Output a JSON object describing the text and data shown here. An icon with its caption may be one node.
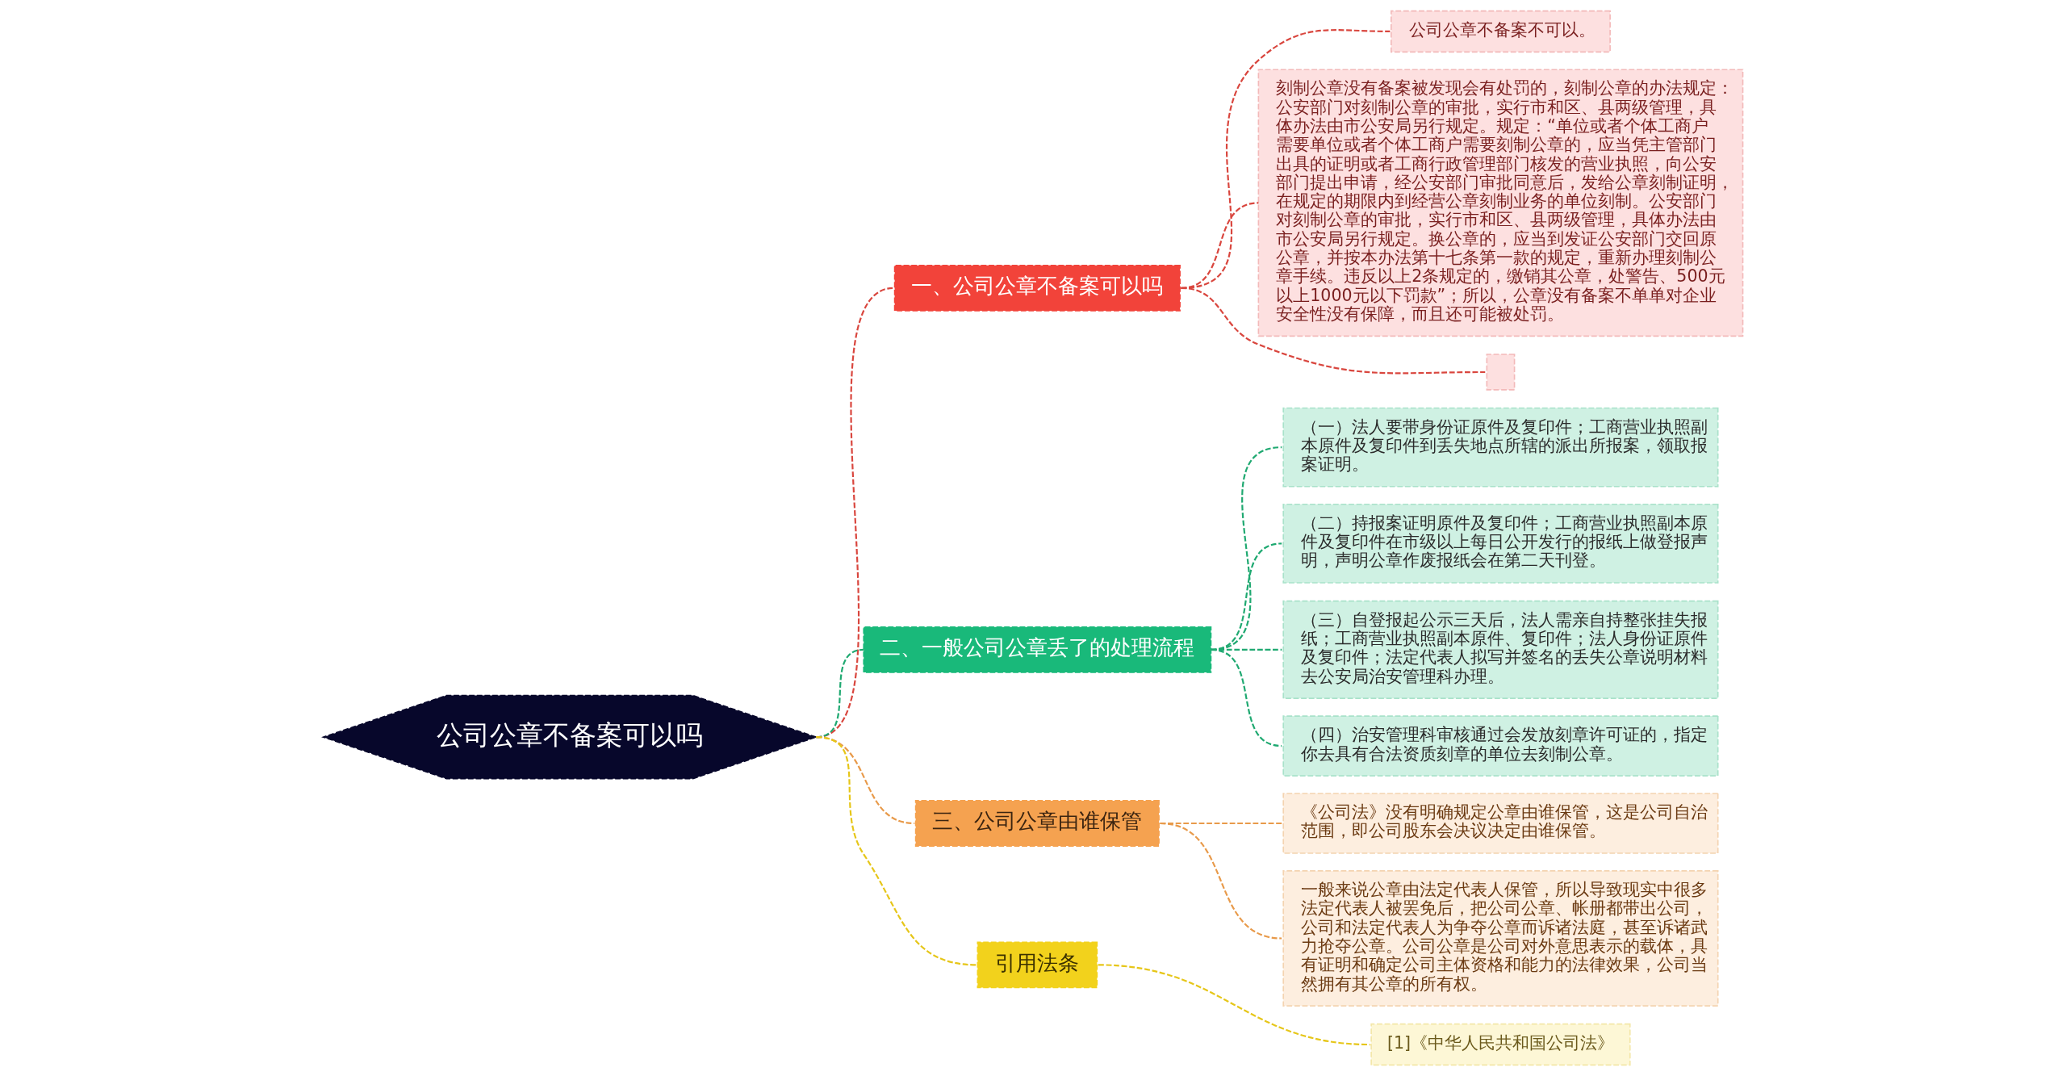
{
  "diagram": {
    "nodes": [
      {
        "text": [
          "公司公章不备案可以吗"
        ]
      },
      {
        "text": [
          "一、公司公章不备案可以吗"
        ]
      },
      {
        "text": [
          "公司公章不备案不可以。"
        ]
      },
      {
        "text": [
          "刻制公章没有备案被发现会有处罚的，刻制公章的办法规定：公安部门对刻制公章的审批，实行市和区、县两级管理，具体办法由市公安局另行规定。规定：“单位或者个体工商户需要单位或者个体工商户需要刻制公章的，应当凭主管部门出具的证明或者工商行政管理部门核发的营业执照，向公安部门提出申请，经公安部门审批同意后，发给公章刻制证明，在规定的期限内到经营公章刻制业务的单位刻制。公安部门对刻制公章的审批，实行市和区、县两级管理，具体办法由市公安局另行规定。换公章的，应当到发证公安部门交回原公章，并按本办法第十七条第一款的规定，重新办理刻制公章手续。违反以上2条规定的，缴销其公章，处警告、500元以上1000元以下罚款”；所以，公章没有备案不单单对企业安全性没有保障，而且还可能被处罚。"
        ]
      },
      {
        "text": [],
        "shape": "box"
      },
      {
        "text": [
          "二、一般公司公章丢了的处理流程"
        ]
      },
      {
        "text": [
          "（一）法人要带身份证原件及复印件；工商营业执照副本原件及复印件到丢失地点所辖的派出所报案，领取报案证明。"
        ]
      },
      {
        "text": [
          "（二）持报案证明原件及复印件；工商营业执照副本原件及复印件在市级以上每日公开发行的报纸上做登报声明，声明公章作废报纸会在第二天刊登。"
        ]
      },
      {
        "text": [
          "（三）自登报起公示三天后，法人需亲自持整张挂失报纸；工商营业执照副本原件、复印件；法人身份证原件及复印件；法定代表人拟写并签名的丢失公章说明材料去公安局治安管理科办理。"
        ]
      },
      {
        "text": [
          "（四）治安管理科审核通过会发放刻章许可证的，指定你去具有合法资质刻章的单位去刻制公章。"
        ]
      },
      {
        "text": [
          "三、公司公章由谁保管"
        ]
      },
      {
        "text": [
          "《公司法》没有明确规定公章由谁保管，这是公司自治范围，即公司股东会决议决定由谁保管。"
        ]
      },
      {
        "text": [
          "一般来说公章由法定代表人保管，所以导致现实中很多法定代表人被罢免后，把公司公章、帐册都带出公司，公司和法定代表人为争夺公章而诉诸法庭，甚至诉诸武力抢夺公章。公司公章是公司对外意思表示的载体，具有证明和确定公司主体资格和能力的法律效果，公司当然拥有其公章的所有权。"
        ]
      },
      {
        "text": [
          "引用法条"
        ]
      },
      {
        "text": [
          "[1]《中华人民共和国公司法》"
        ]
      }
    ],
    "edges": [
      {
        "from": 0,
        "to": 1,
        "arrow": "none",
        "style": "dashed",
        "color": "#d9463e"
      },
      {
        "from": 1,
        "to": 2,
        "arrow": "none",
        "style": "dashed",
        "color": "#d9463e"
      },
      {
        "from": 1,
        "to": 3,
        "arrow": "none",
        "style": "dashed",
        "color": "#d9463e"
      },
      {
        "from": 1,
        "to": 4,
        "arrow": "none",
        "style": "dashed",
        "color": "#d9463e"
      },
      {
        "from": 0,
        "to": 5,
        "arrow": "none",
        "style": "dashed",
        "color": "#1fa971"
      },
      {
        "from": 5,
        "to": 6,
        "arrow": "none",
        "style": "dashed",
        "color": "#1fa971"
      },
      {
        "from": 5,
        "to": 7,
        "arrow": "none",
        "style": "dashed",
        "color": "#1fa971"
      },
      {
        "from": 5,
        "to": 8,
        "arrow": "none",
        "style": "dashed",
        "color": "#1fa971"
      },
      {
        "from": 5,
        "to": 9,
        "arrow": "none",
        "style": "dashed",
        "color": "#1fa971"
      },
      {
        "from": 0,
        "to": 10,
        "arrow": "none",
        "style": "dashed",
        "color": "#e89a4a"
      },
      {
        "from": 10,
        "to": 11,
        "arrow": "none",
        "style": "dashed",
        "color": "#e89a4a"
      },
      {
        "from": 10,
        "to": 12,
        "arrow": "none",
        "style": "dashed",
        "color": "#e89a4a"
      },
      {
        "from": 0,
        "to": 13,
        "arrow": "none",
        "style": "dashed",
        "color": "#e6c619"
      },
      {
        "from": 13,
        "to": 14,
        "arrow": "none",
        "style": "dashed",
        "color": "#e6c619"
      }
    ]
  }
}
